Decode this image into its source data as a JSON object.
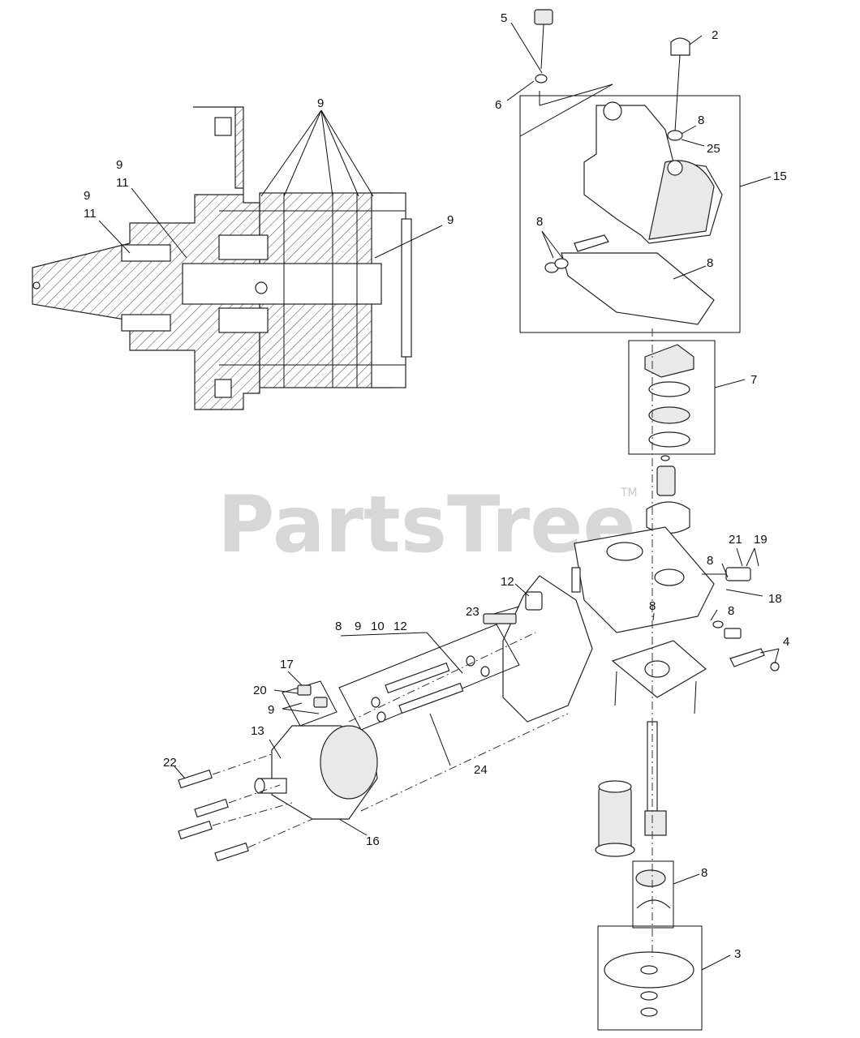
{
  "watermark": {
    "text": "PartsTree",
    "trademark": "TM"
  },
  "callouts": {
    "c1": "5",
    "c2": "2",
    "c3": "6",
    "c4": "8",
    "c5": "25",
    "c6": "15",
    "c7": "9",
    "c8": "9",
    "c9": "11",
    "c10": "9",
    "c11": "11",
    "c12": "9",
    "c13": "8",
    "c14": "8",
    "c15": "7",
    "c16": "21",
    "c17": "19",
    "c18": "8",
    "c19": "18",
    "c20": "8",
    "c21": "8",
    "c22": "4",
    "c23": "12",
    "c24": "23",
    "c25": "8",
    "c26": "9",
    "c27": "10",
    "c28": "12",
    "c29": "17",
    "c30": "20",
    "c31": "9",
    "c32": "13",
    "c33": "22",
    "c34": "24",
    "c35": "16",
    "c36": "8",
    "c37": "3"
  }
}
